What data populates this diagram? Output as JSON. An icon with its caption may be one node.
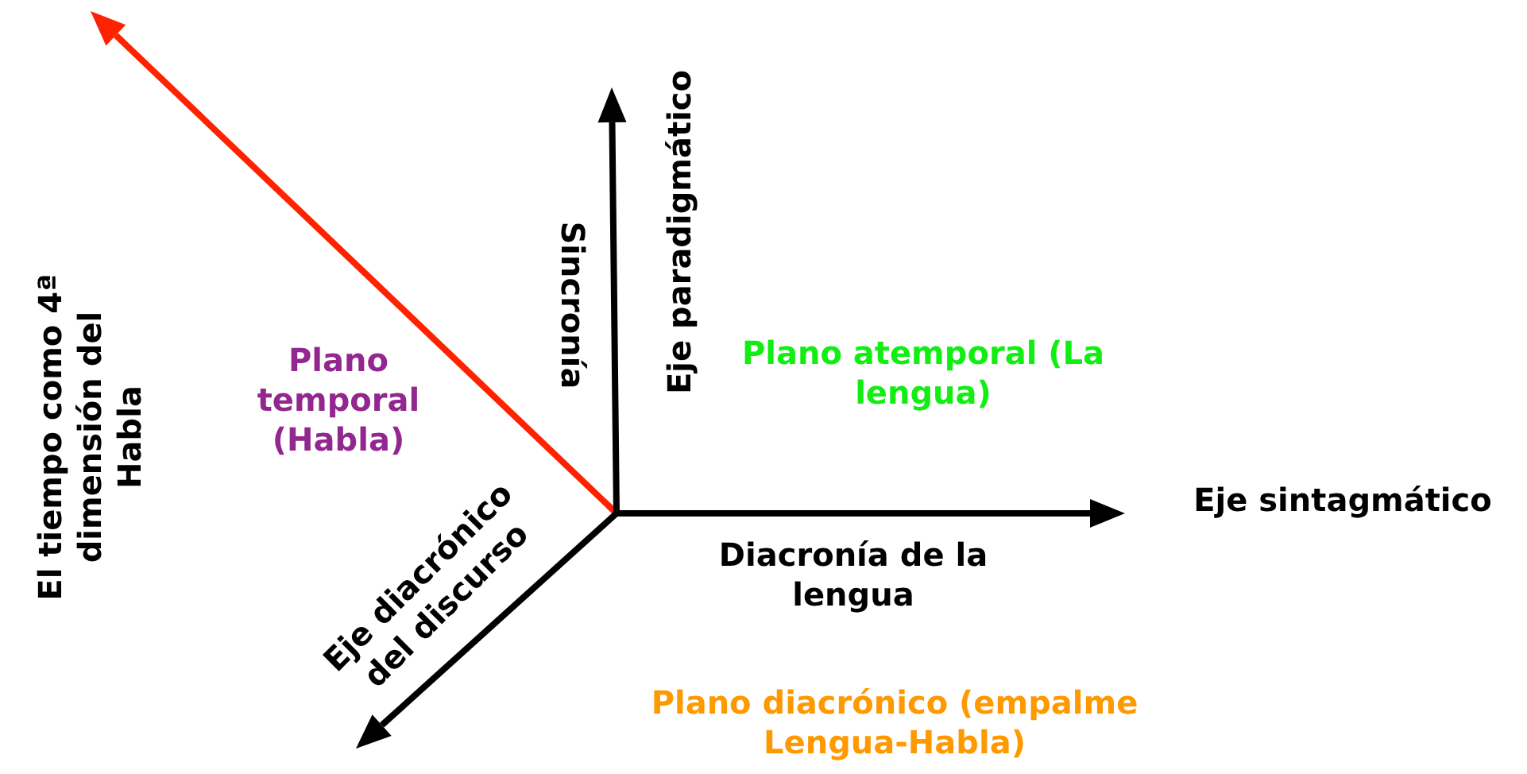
{
  "diagram": {
    "labels": [
      "Eje paradigmático",
      "Sincronía",
      "Plano temporal (Habla)",
      "Plano atemporal (La lengua)",
      "El tiempo como 4ª dimensión del Habla",
      "Eje sintagmático",
      "Diacronía de la lengua",
      "Eje diacrónico del discurso",
      "Plano diacrónico (empalme Lengua-Habla)"
    ]
  }
}
